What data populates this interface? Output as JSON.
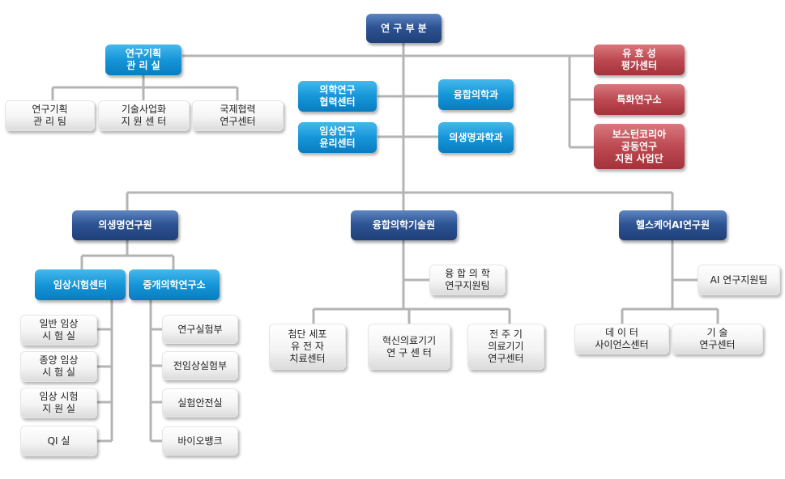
{
  "org": {
    "research_division": "연 구 부 분",
    "planning_office": "연구기획\n관 리 실",
    "planning_mgmt_team": "연구기획\n관 리 팀",
    "tech_commercialization": "기술사업화\n지 원 센 터",
    "intl_cooperation": "국제협력\n연구센터",
    "medical_research_coop": "의학연구\n협력센터",
    "clinical_ethics": "임상연구\n윤리센터",
    "convergence_medicine_dept": "융합의학과",
    "biomedical_science_dept": "의생명과학과",
    "efficacy_center": "유  효  성\n평가센터",
    "special_research": "특화연구소",
    "boston_korea": "보스턴코리아\n공동연구\n지원 사업단",
    "biomedical_institute": "의생명연구원",
    "convergence_tech_institute": "융합의학기술원",
    "healthcare_ai_institute": "헬스케어AI연구원",
    "clinical_trial_center": "임상시험센터",
    "translational_institute": "중개의학연구소",
    "general_trial_room": "일반 임상\n시  험  실",
    "oncology_trial_room": "종양 임상\n시  험  실",
    "trial_support_room": "임상 시험\n지  원  실",
    "qi_room": "QI 실",
    "research_lab_dept": "연구실험부",
    "preclinical_dept": "전임상실험부",
    "lab_safety_room": "실험안전실",
    "biobank": "바이오뱅크",
    "convergence_support_team": "융 합 의 학\n연구지원팀",
    "advanced_cell_gene": "첨단 세포\n유  전  자\n치료센터",
    "innovative_device": "혁신의료기기\n연  구  센  터",
    "full_cycle_device": "전  주  기\n의료기기\n연구센터",
    "ai_support_team": "AI 연구지원팀",
    "data_science_center": "데    이    터\n사이언스센터",
    "tech_research_center": "기         술\n연구센터"
  }
}
